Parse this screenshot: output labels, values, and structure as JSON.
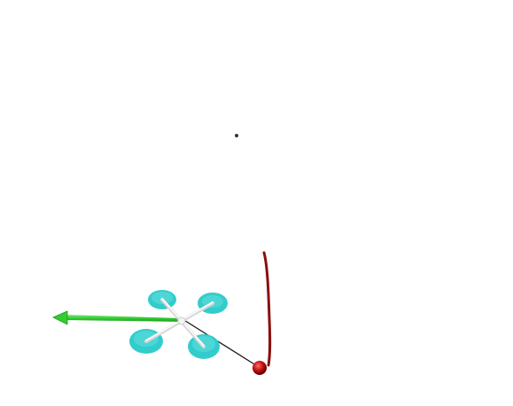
{
  "scene": {
    "background_color": "#ffffff",
    "objects": [
      {
        "name": "drone",
        "rotor_color": "#33cccc",
        "arm_color": "#e0e0e0",
        "hub_color": "#f4f4f4"
      },
      {
        "name": "direction-arrow",
        "color": "#33cc33"
      },
      {
        "name": "tether-line",
        "color": "#111111"
      },
      {
        "name": "payload-ball",
        "color": "#b01010"
      },
      {
        "name": "payload-trail",
        "color": "#8b0f0f"
      },
      {
        "name": "target-point",
        "color": "#333333"
      }
    ]
  }
}
